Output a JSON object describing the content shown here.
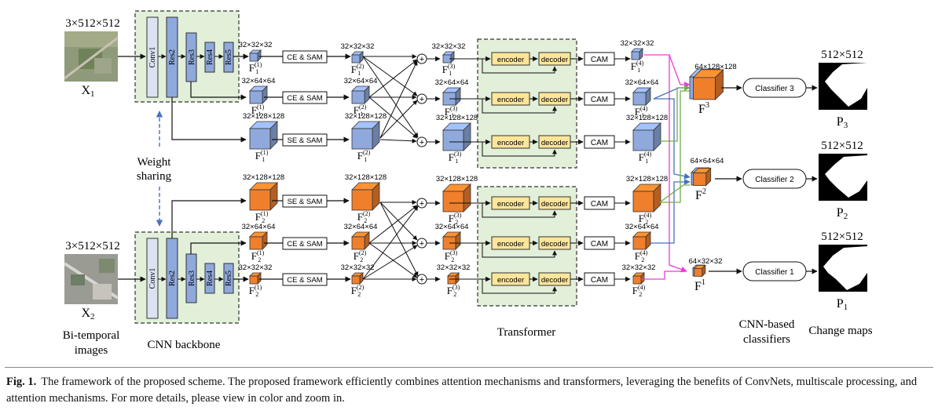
{
  "inputs": {
    "top_size": "3×512×512",
    "bottom_size": "3×512×512",
    "x1": "X",
    "x1_sub": "1",
    "x2": "X",
    "x2_sub": "2",
    "bitemporal_line1": "Bi-temporal",
    "bitemporal_line2": "images"
  },
  "backbone": {
    "layers": [
      "Conv1",
      "Res2",
      "Res3",
      "Res4",
      "Res5"
    ],
    "label": "CNN backbone",
    "weight_line1": "Weight",
    "weight_line2": "sharing"
  },
  "modules": {
    "ce_sam": "CE & SAM",
    "se_sam": "SE & SAM",
    "encoder": "encoder",
    "decoder": "decoder",
    "cam": "CAM",
    "plus": "+",
    "transformer_label": "Transformer"
  },
  "dims": {
    "d32": "32×32×32",
    "d64": "32×64×64",
    "d128": "32×128×128",
    "f3": "64×128×128",
    "f2": "64×64×64",
    "f1": "64×32×32",
    "out": "512×512"
  },
  "features": {
    "F": "F",
    "sub1": "1",
    "sub2": "2",
    "sup_c1": "(1)",
    "sup_c2": "(2)",
    "sup_c3": "(3)",
    "sup_c4": "(4)",
    "sup_1": "1",
    "sup_2": "2",
    "sup_3": "3"
  },
  "classifiers": {
    "c3": "Classifier 3",
    "c2": "Classifier 2",
    "c1": "Classifier 1",
    "label_line1": "CNN-based",
    "label_line2": "classifiers"
  },
  "outputs": {
    "P": "P",
    "p3_sub": "3",
    "p2_sub": "2",
    "p1_sub": "1",
    "change_maps": "Change maps"
  },
  "caption": {
    "label": "Fig. 1.",
    "text": "The framework of the proposed scheme. The proposed framework efficiently combines attention mechanisms and transformers, leveraging the benefits of ConvNets, multiscale processing, and attention mechanisms. For more details, please view in color and zoom in."
  },
  "colors": {
    "blue_cube": "#8fa9dc",
    "orange_cube": "#f07f2c",
    "backbone_bg": "#e2efd9",
    "enc_dec": "#fde59a",
    "magenta": "#e63fd3",
    "green": "#70ad47",
    "blue_line": "#4472c4"
  }
}
